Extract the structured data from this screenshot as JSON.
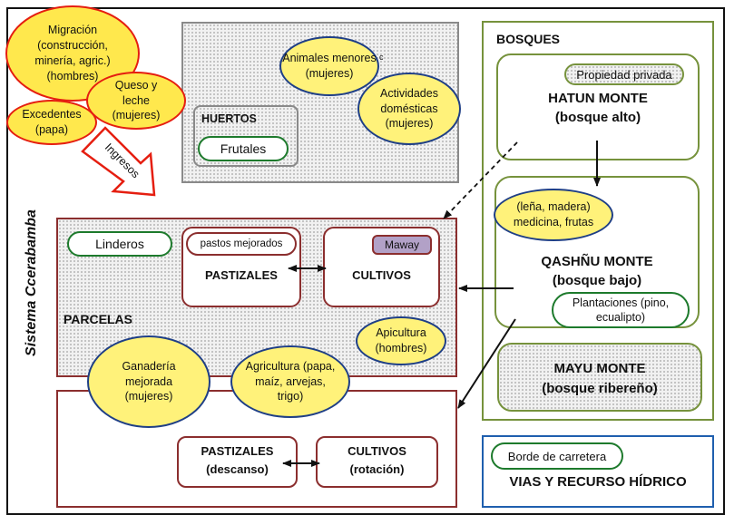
{
  "system_label": "Sistema Ccerabamba",
  "income": {
    "migracion": "Migración (construcción, minería, agric.) (hombres)",
    "queso": "Queso y leche (mujeres)",
    "excedentes": "Excedentes (papa)",
    "ingresos_label": "Ingresos"
  },
  "huertos_block": {
    "animales": "Animales menores (mujeres)",
    "actividades": "Actividades domésticas (mujeres)",
    "huertos_title": "HUERTOS",
    "frutales": "Frutales"
  },
  "bosques": {
    "title": "BOSQUES",
    "propiedad": "Propiedad privada",
    "hatun_title": "HATUN MONTE",
    "hatun_sub": "(bosque alto)",
    "lena": "(leña, madera) medicina, frutas",
    "qashnu_title": "QASHÑU MONTE",
    "qashnu_sub": "(bosque bajo)",
    "plantaciones": "Plantaciones (pino, ecualipto)",
    "mayu_title": "MAYU MONTE",
    "mayu_sub": "(bosque ribereño)"
  },
  "parcelas": {
    "title": "PARCELAS",
    "linderos": "Linderos",
    "pastos": "pastos mejorados",
    "pastizales": "PASTIZALES",
    "maway": "Maway",
    "cultivos": "CULTIVOS",
    "apicultura": "Apicultura (hombres)",
    "ganaderia": "Ganadería mejorada (mujeres)",
    "agricultura": "Agricultura (papa, maíz, arvejas, trigo)"
  },
  "lower": {
    "pastizales_title": "PASTIZALES",
    "pastizales_sub": "(descanso)",
    "cultivos_title": "CULTIVOS",
    "cultivos_sub": "(rotación)"
  },
  "vias": {
    "borde": "Borde de carretera",
    "title": "VIAS Y RECURSO HÍDRICO"
  },
  "colors": {
    "ellipse_fill": "#fff27a",
    "ellipse_border": "#1f3f86",
    "income_border": "#e51e10",
    "green_border": "#1d7a2c",
    "parcel_border": "#8b2e2e",
    "forest_border": "#76923c",
    "vias_border": "#1f5fae",
    "maway_fill": "#b2a1c7"
  }
}
